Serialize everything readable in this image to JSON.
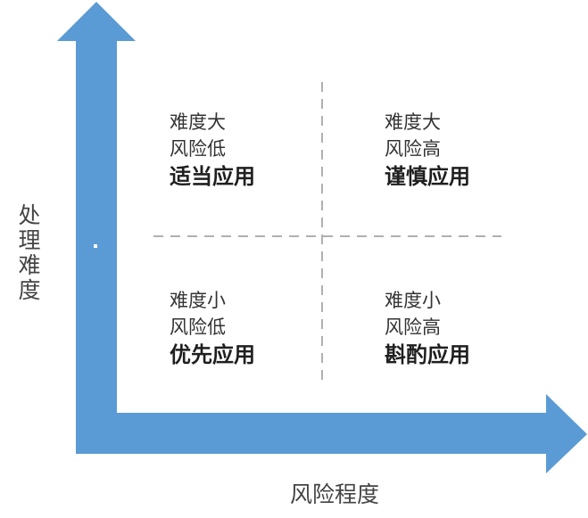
{
  "colors": {
    "axis": "#5b9bd5",
    "divider": "#b0b0b0"
  },
  "axes": {
    "y_label": "处理难度",
    "x_label": "风险程度"
  },
  "quadrants": {
    "top_left": {
      "line1": "难度大",
      "line2": "风险低",
      "strategy": "适当应用"
    },
    "top_right": {
      "line1": "难度大",
      "line2": "风险高",
      "strategy": "谨慎应用"
    },
    "bottom_left": {
      "line1": "难度小",
      "line2": "风险低",
      "strategy": "优先应用"
    },
    "bottom_right": {
      "line1": "难度小",
      "line2": "风险高",
      "strategy": "斟酌应用"
    }
  }
}
